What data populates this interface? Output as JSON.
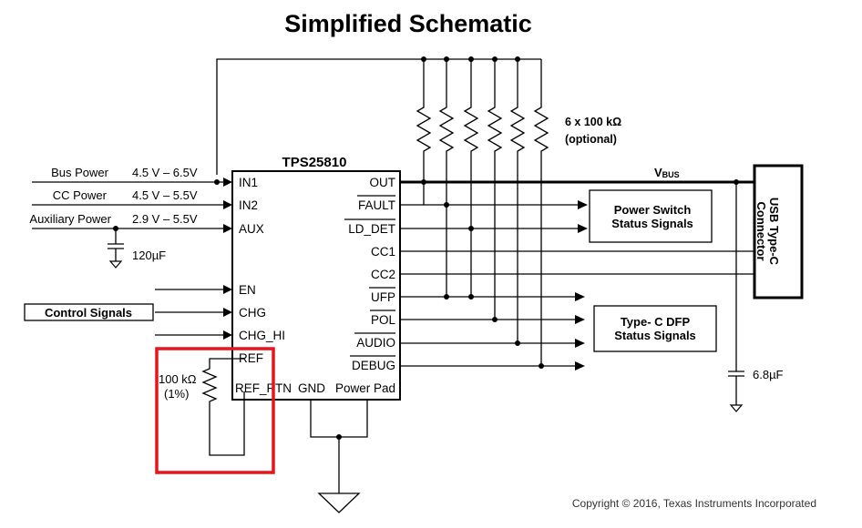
{
  "title": "Simplified Schematic",
  "chip": {
    "name": "TPS25810",
    "left_pins": [
      "IN1",
      "IN2",
      "AUX",
      "EN",
      "CHG",
      "CHG_HI",
      "REF",
      "REF_RTN"
    ],
    "right_pins": [
      "OUT",
      "FAULT",
      "LD_DET",
      "CC1",
      "CC2",
      "UFP",
      "POL",
      "AUDIO",
      "DEBUG"
    ],
    "bottom_pins": [
      "GND",
      "Power Pad"
    ]
  },
  "power_inputs": [
    {
      "name": "Bus Power",
      "range": "4.5 V – 6.5V"
    },
    {
      "name": "CC Power",
      "range": "4.5 V – 5.5V"
    },
    {
      "name": "Auxiliary Power",
      "range": "2.9 V – 5.5V"
    }
  ],
  "control_signals_label": "Control Signals",
  "cap_in": "120µF",
  "cap_out": "6.8µF",
  "resistors": {
    "label": "6 x 100 kΩ",
    "note": "(optional)"
  },
  "ref_resistor": {
    "value": "100 kΩ",
    "tolerance": "(1%)"
  },
  "vbus": {
    "main": "V",
    "sub": "BUS"
  },
  "boxes": {
    "power_switch": [
      "Power Switch",
      "Status Signals"
    ],
    "typec_dfp": [
      "Type- C DFP",
      "Status Signals"
    ],
    "connector": [
      "USB Type-C",
      "Connector"
    ]
  },
  "highlight_color": "#e8141b",
  "copyright": "Copyright © 2016, Texas Instruments Incorporated"
}
